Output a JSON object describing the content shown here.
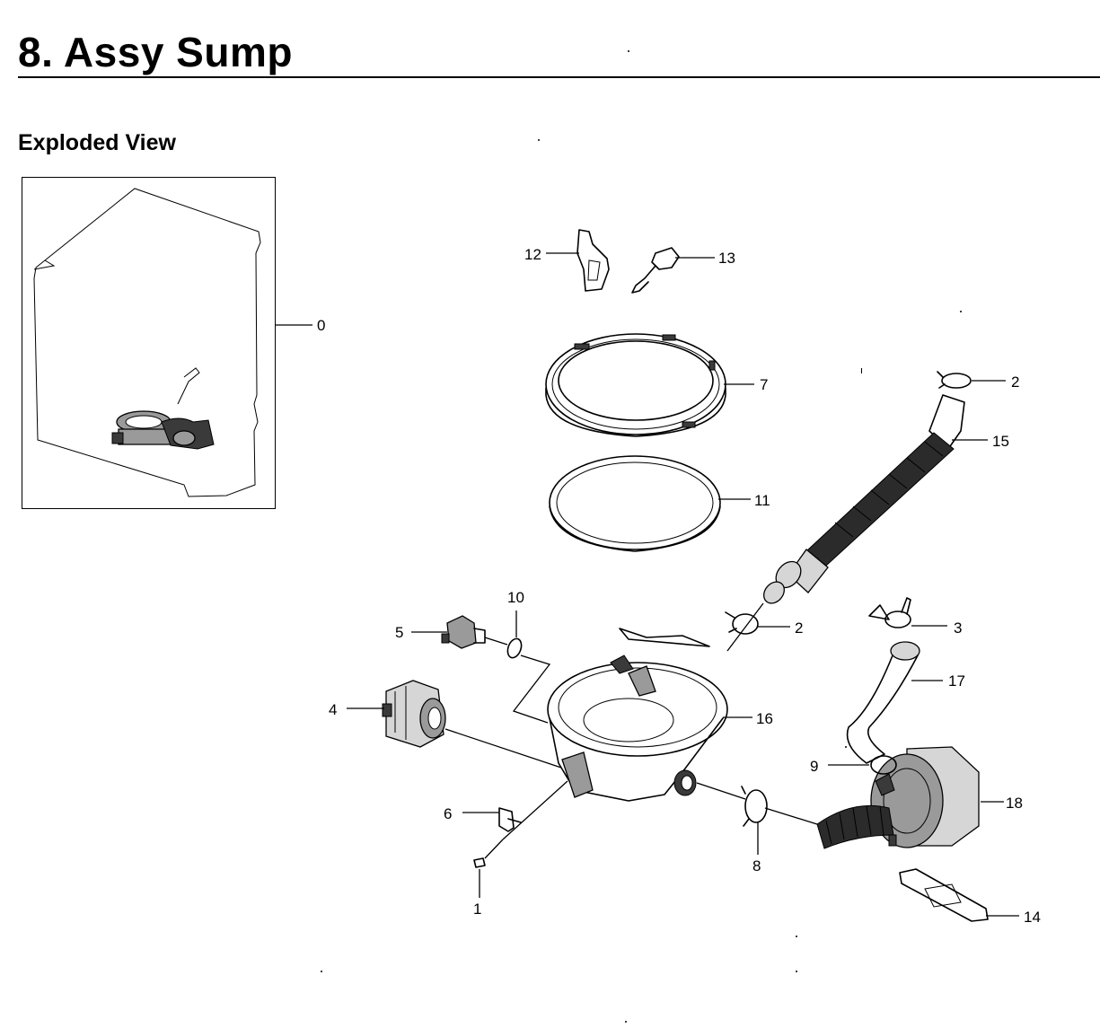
{
  "header": {
    "title": "8.  Assy Sump",
    "subtitle": "Exploded View"
  },
  "callouts": {
    "c0": "0",
    "c1": "1",
    "c2a": "2",
    "c2b": "2",
    "c3": "3",
    "c4": "4",
    "c5": "5",
    "c6": "6",
    "c7": "7",
    "c8": "8",
    "c9": "9",
    "c10": "10",
    "c11": "11",
    "c12": "12",
    "c13": "13",
    "c14": "14",
    "c15": "15",
    "c16": "16",
    "c17": "17",
    "c18": "18"
  }
}
